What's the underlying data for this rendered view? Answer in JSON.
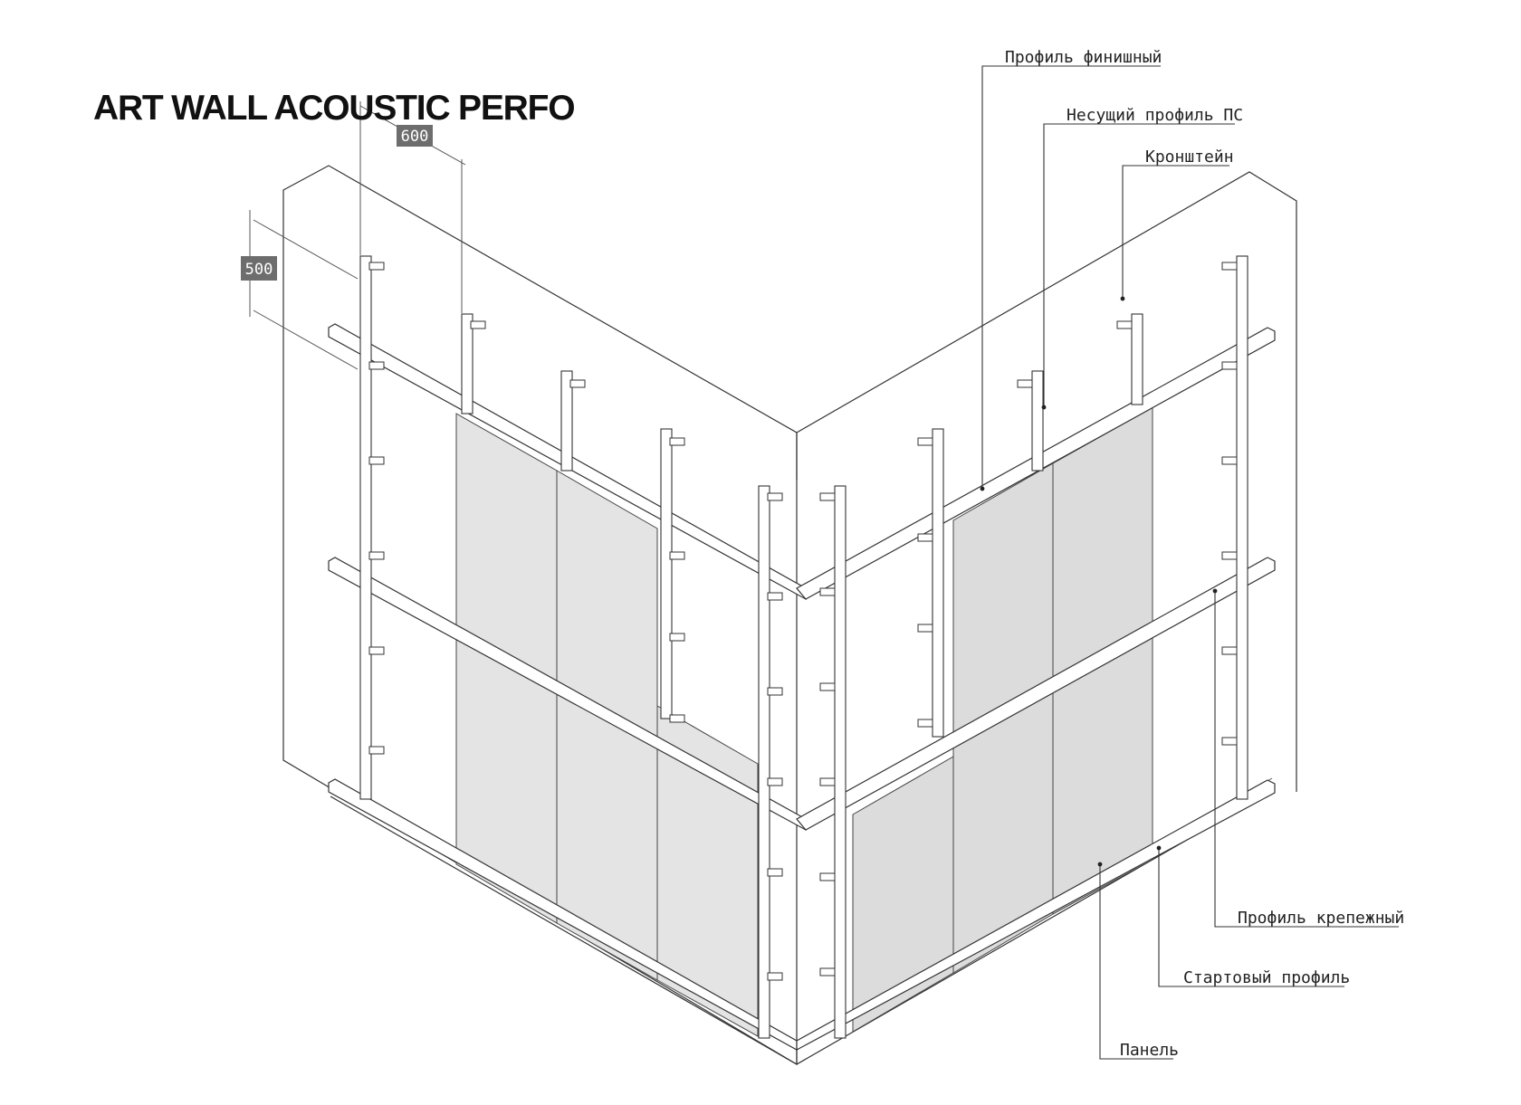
{
  "title": "ART WALL ACOUSTIC PERFO",
  "dimensions": {
    "horizontal_spacing": "600",
    "vertical_spacing": "500"
  },
  "callouts": {
    "finishing_profile": "Профиль финишный",
    "load_bearing_profile": "Несущий профиль ПС",
    "bracket": "Кронштейн",
    "fastening_profile": "Профиль крепежный",
    "starter_profile": "Стартовый профиль",
    "panel": "Панель"
  },
  "colors": {
    "panel_fill": "#e4e4e4",
    "line": "#333333",
    "dimension_box": "#6d6d6d"
  }
}
